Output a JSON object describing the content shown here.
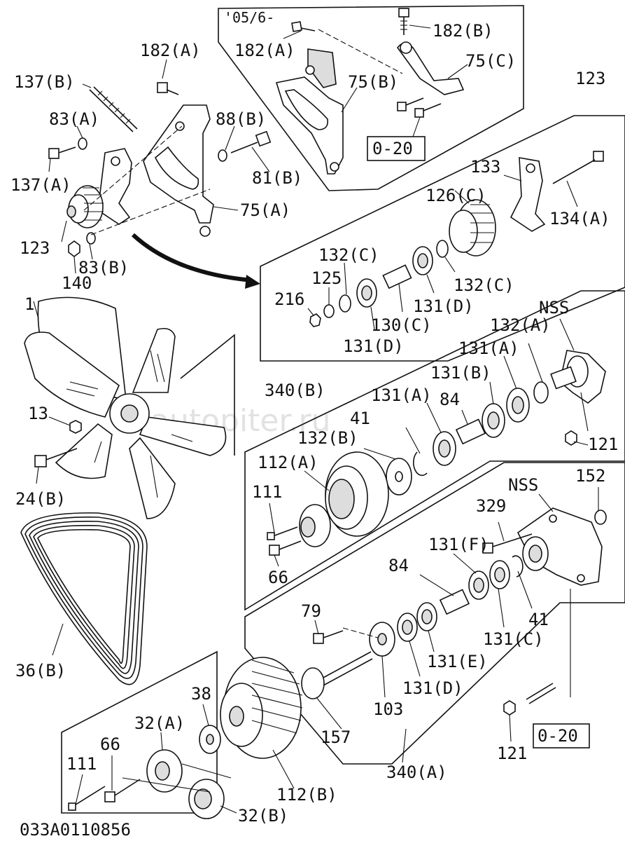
{
  "diagram_code": "033A0110856",
  "watermark": "autopiter.ru",
  "date_note": "'05/6-",
  "ref_box_1": "0-20",
  "ref_box_2": "0-20",
  "labels": {
    "l182A_top": "182(A)",
    "l182B": "182(B)",
    "l182A_left": "182(A)",
    "l75C": "75(C)",
    "l75B": "75(B)",
    "l123_top": "123",
    "l137B": "137(B)",
    "l83A": "83(A)",
    "l88B": "88(B)",
    "l137A": "137(A)",
    "l81B": "81(B)",
    "l75A": "75(A)",
    "l133": "133",
    "l126C": "126(C)",
    "l134A": "134(A)",
    "l123_left": "123",
    "l83B": "83(B)",
    "l140": "140",
    "l132C_a": "132(C)",
    "l125": "125",
    "l132C_b": "132(C)",
    "l216": "216",
    "l131D_a": "131(D)",
    "l130C": "130(C)",
    "l131D_b": "131(D)",
    "l1": "1",
    "lNSS_top": "NSS",
    "l132A": "132(A)",
    "l131A_a": "131(A)",
    "l131B": "131(B)",
    "l340B": "340(B)",
    "l131A_b": "131(A)",
    "l84_a": "84",
    "l13": "13",
    "l41_a": "41",
    "l132B": "132(B)",
    "l121_a": "121",
    "l112A": "112(A)",
    "l24B": "24(B)",
    "lNSS_mid": "NSS",
    "l152": "152",
    "l111_a": "111",
    "l329": "329",
    "l131F": "131(F)",
    "l84_b": "84",
    "l66_a": "66",
    "l41_b": "41",
    "l131C": "131(C)",
    "l79": "79",
    "l36B": "36(B)",
    "l131E": "131(E)",
    "l38": "38",
    "l131D_c": "131(D)",
    "l103": "103",
    "l32A": "32(A)",
    "l157": "157",
    "l66_b": "66",
    "l121_b": "121",
    "l111_b": "111",
    "l340A": "340(A)",
    "l112B": "112(B)",
    "l32B": "32(B)"
  }
}
